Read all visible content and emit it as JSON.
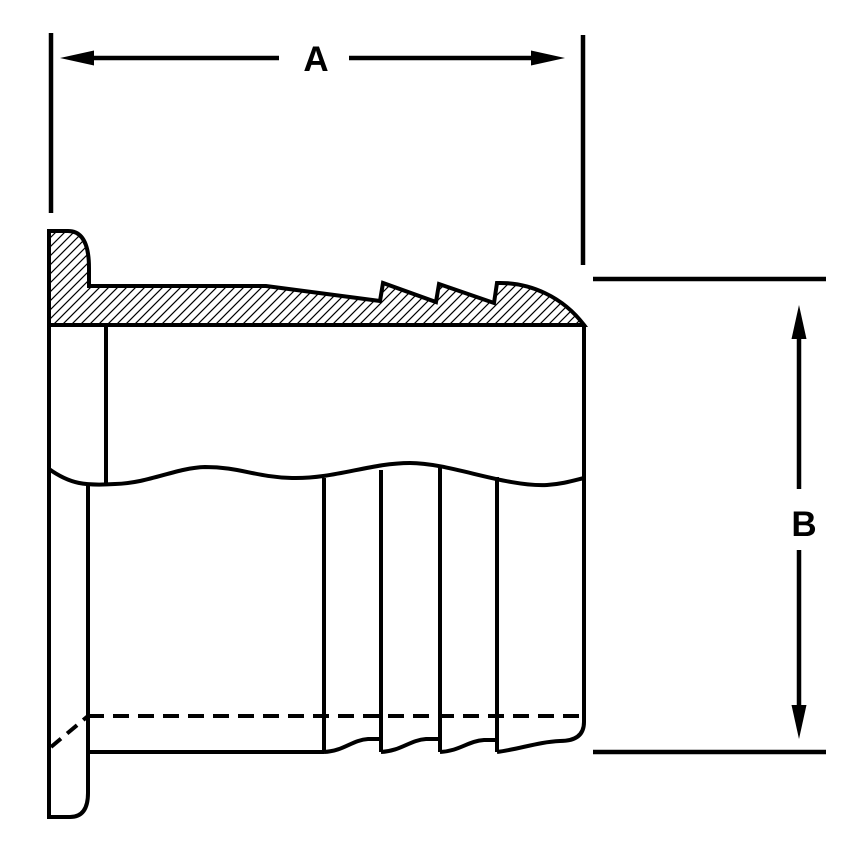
{
  "drawing": {
    "kind": "technical-cross-section",
    "background_color": "#ffffff",
    "line_color": "#000000",
    "dimensions": {
      "a": {
        "label": "A",
        "orientation": "horizontal"
      },
      "b": {
        "label": "B",
        "orientation": "vertical"
      }
    }
  }
}
